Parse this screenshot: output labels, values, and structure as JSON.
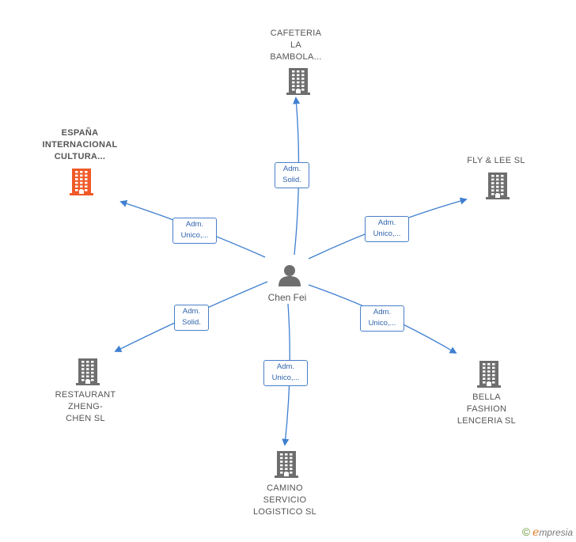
{
  "center": {
    "label": "Chen Fei"
  },
  "nodes": [
    {
      "id": "cafeteria",
      "label": "CAFETERIA\nLA\nBAMBOLA...",
      "highlight": false,
      "role": "Adm.\nSolid."
    },
    {
      "id": "espana",
      "label": "ESPAÑA\nINTERNACIONAL\nCULTURA...",
      "highlight": true,
      "role": "Adm.\nUnico,..."
    },
    {
      "id": "flylee",
      "label": "FLY & LEE  SL",
      "highlight": false,
      "role": "Adm.\nUnico,..."
    },
    {
      "id": "restaurant",
      "label": "RESTAURANT\nZHENG-\nCHEN SL",
      "highlight": false,
      "role": "Adm.\nSolid."
    },
    {
      "id": "bella",
      "label": "BELLA\nFASHION\nLENCERIA  SL",
      "highlight": false,
      "role": "Adm.\nUnico,..."
    },
    {
      "id": "camino",
      "label": "CAMINO\nSERVICIO\nLOGISTICO  SL",
      "highlight": false,
      "role": "Adm.\nUnico,..."
    }
  ],
  "colors": {
    "edge": "#3f7fd0",
    "building": "#6e6e6e",
    "building_highlight": "#f05a28",
    "person": "#6e6e6e"
  },
  "brand": {
    "copyright": "©",
    "e": "e",
    "rest": "mpresia"
  }
}
